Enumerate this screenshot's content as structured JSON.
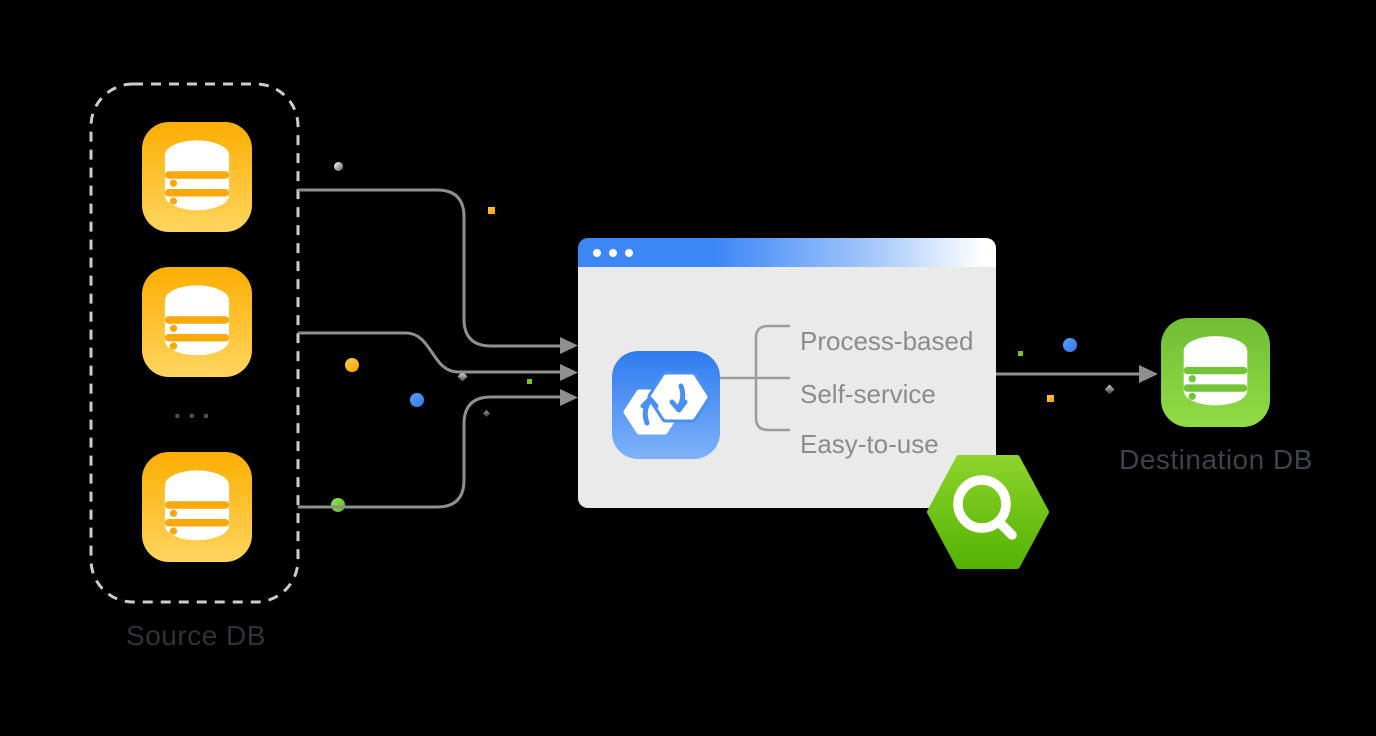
{
  "diagram": {
    "source_group": {
      "label": "Source DB",
      "ellipsis": "···",
      "icons": [
        {
          "name": "database-icon"
        },
        {
          "name": "database-icon"
        },
        {
          "name": "database-icon"
        }
      ]
    },
    "app_window": {
      "traffic_dots": 3,
      "app_icon": "data-transfer-icon",
      "features": [
        {
          "label": "Process-based"
        },
        {
          "label": "Self-service"
        },
        {
          "label": "Easy-to-use"
        }
      ],
      "badge_icon": "search-hexagon-icon"
    },
    "destination_group": {
      "label": "Destination DB",
      "icon": "database-icon"
    }
  },
  "colors": {
    "background": "#000000",
    "source_icon_gradient": [
      "#FCAE02",
      "#FFD55F"
    ],
    "destination_icon_gradient": [
      "#72BE34",
      "#8FDC46"
    ],
    "app_icon_gradient": [
      "#2E7BF0",
      "#7FB2F8"
    ],
    "titlebar_blue": "#3E87F7",
    "window_body": "#EAEAEA",
    "connector_gray": "#8F8F8F",
    "bracket_gray": "#9C9C9C",
    "dashed_border": "#CCCCCC",
    "hexagon_gradient": [
      "#8CD32B",
      "#54B303"
    ],
    "feature_text": "#8C8C8C",
    "source_label_text": "#2E3339",
    "destination_label_text": "#3D434A",
    "dot_blue": "#3E86F6",
    "dot_green": "#72C71F",
    "dot_orange": "#FFA90E"
  }
}
